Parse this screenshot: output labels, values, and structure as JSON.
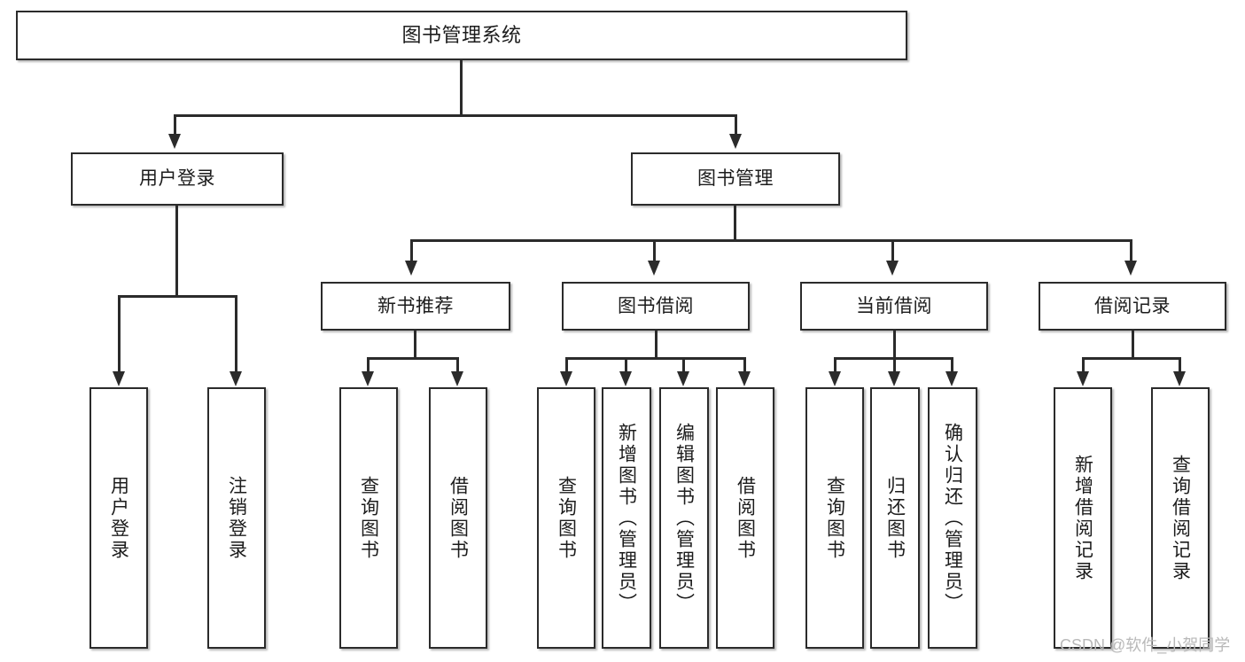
{
  "diagram": {
    "title": "图书管理系统",
    "watermark": "CSDN @软件_小贺同学",
    "colors": {
      "stroke": "#2b2b2b",
      "text": "#1c1c1c",
      "background": "#ffffff",
      "watermark": "#b9b9b9"
    },
    "levels": {
      "root": {
        "label": "图书管理系统"
      },
      "level2": [
        {
          "label": "用户登录"
        },
        {
          "label": "图书管理"
        }
      ],
      "level3": [
        {
          "label": "新书推荐"
        },
        {
          "label": "图书借阅"
        },
        {
          "label": "当前借阅"
        },
        {
          "label": "借阅记录"
        }
      ],
      "leaves": [
        {
          "label": "用户登录",
          "parent": "用户登录"
        },
        {
          "label": "注销登录",
          "parent": "用户登录"
        },
        {
          "label": "查询图书",
          "parent": "新书推荐"
        },
        {
          "label": "借阅图书",
          "parent": "新书推荐"
        },
        {
          "label": "查询图书",
          "parent": "图书借阅"
        },
        {
          "label": "新增图书（管理员）",
          "parent": "图书借阅"
        },
        {
          "label": "编辑图书（管理员）",
          "parent": "图书借阅"
        },
        {
          "label": "借阅图书",
          "parent": "图书借阅"
        },
        {
          "label": "查询图书",
          "parent": "当前借阅"
        },
        {
          "label": "归还图书",
          "parent": "当前借阅"
        },
        {
          "label": "确认归还（管理员）",
          "parent": "当前借阅"
        },
        {
          "label": "新增借阅记录",
          "parent": "借阅记录"
        },
        {
          "label": "查询借阅记录",
          "parent": "借阅记录"
        }
      ]
    }
  }
}
